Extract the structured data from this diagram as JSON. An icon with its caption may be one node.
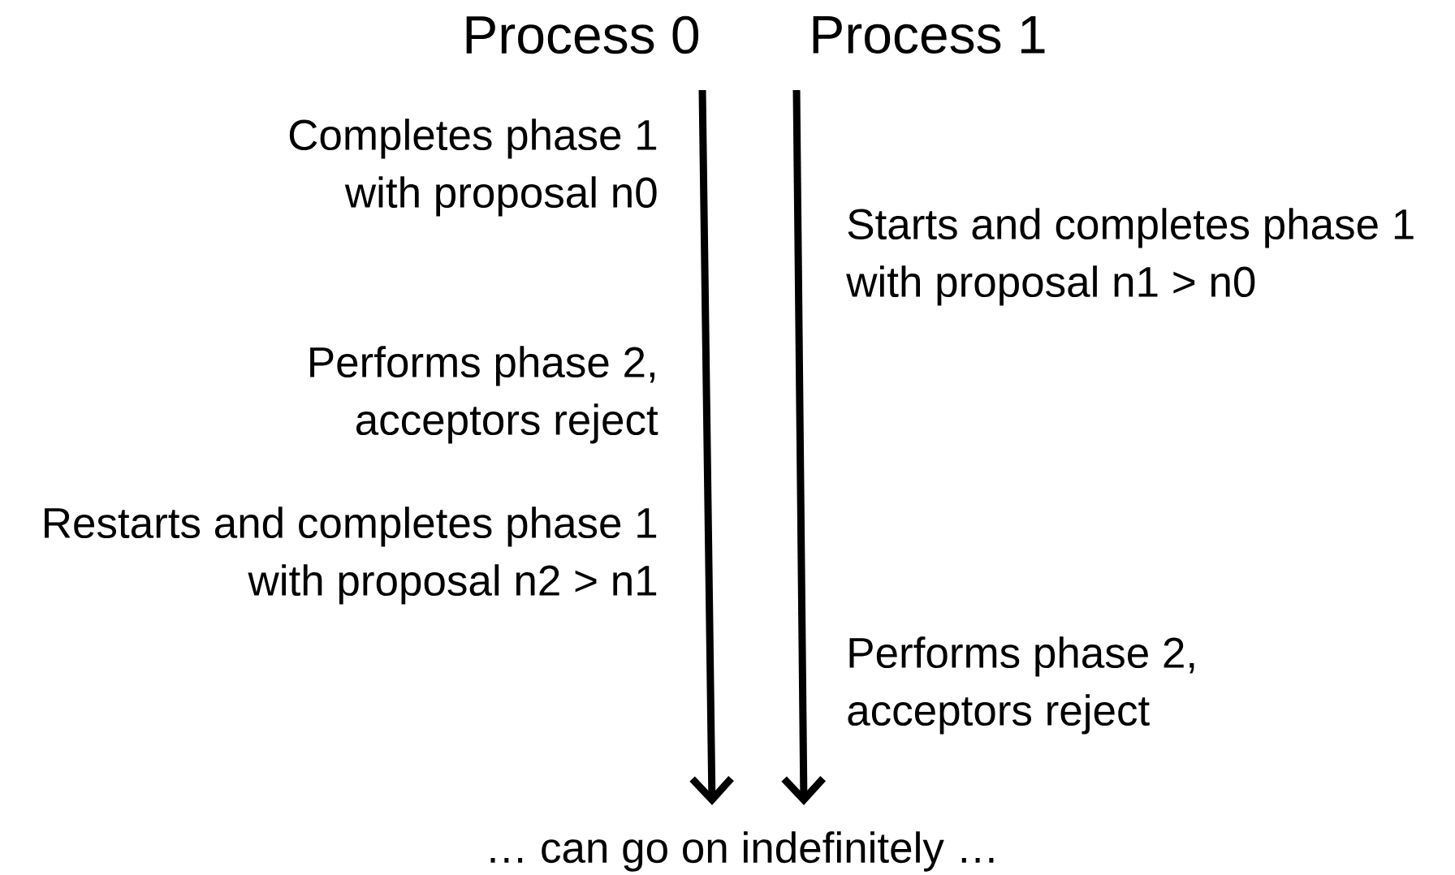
{
  "diagram": {
    "nodes": [
      {
        "text": [
          "Process 0"
        ]
      },
      {
        "text": [
          "Process 1"
        ]
      }
    ],
    "edges": [
      {
        "from": 0,
        "to": null,
        "arrow": "to"
      },
      {
        "from": 1,
        "to": null,
        "arrow": "to"
      }
    ],
    "labels": [
      "Completes phase 1 with proposal n0",
      "Starts and completes phase 1 with proposal n1 > n0",
      "Performs phase 2, acceptors reject",
      "Restarts and completes phase 1 with proposal n2 > n1",
      "Performs phase 2, acceptors reject",
      "… can go on indefinitely …"
    ]
  }
}
